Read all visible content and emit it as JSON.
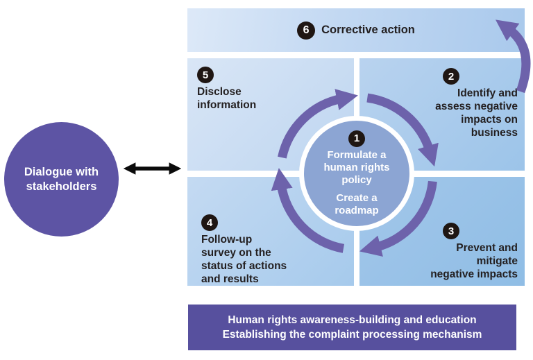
{
  "stakeholder": {
    "lines": [
      "Dialogue with",
      "stakeholders"
    ]
  },
  "steps": {
    "s1": {
      "number": "1",
      "group1": [
        "Formulate a",
        "human rights",
        "policy"
      ],
      "group2": [
        "Create a",
        "roadmap"
      ]
    },
    "s2": {
      "number": "2",
      "lines": [
        "Identify and",
        "assess negative",
        "impacts on",
        "business"
      ]
    },
    "s3": {
      "number": "3",
      "lines": [
        "Prevent and",
        "mitigate",
        "negative impacts"
      ]
    },
    "s4": {
      "number": "4",
      "lines": [
        "Follow-up",
        "survey on the",
        "status of actions",
        "and results"
      ]
    },
    "s5": {
      "number": "5",
      "lines": [
        "Disclose",
        "information"
      ]
    },
    "s6": {
      "number": "6",
      "label": "Corrective action"
    }
  },
  "bottom_bar": {
    "lines": [
      "Human rights awareness-building and education",
      "Establishing the complaint processing mechanism"
    ]
  },
  "colors": {
    "stakeholder_circle": "#5d54a4",
    "arrow_purple": "#6d62ab",
    "banner_purple": "#57509e",
    "center_circle_fill": "#8ca5d3",
    "badge_black": "#1f1613",
    "text_dark": "#231f20",
    "quadrant_blue_light": "#d9e6f6",
    "quadrant_blue_dark": "#8fbde5"
  }
}
